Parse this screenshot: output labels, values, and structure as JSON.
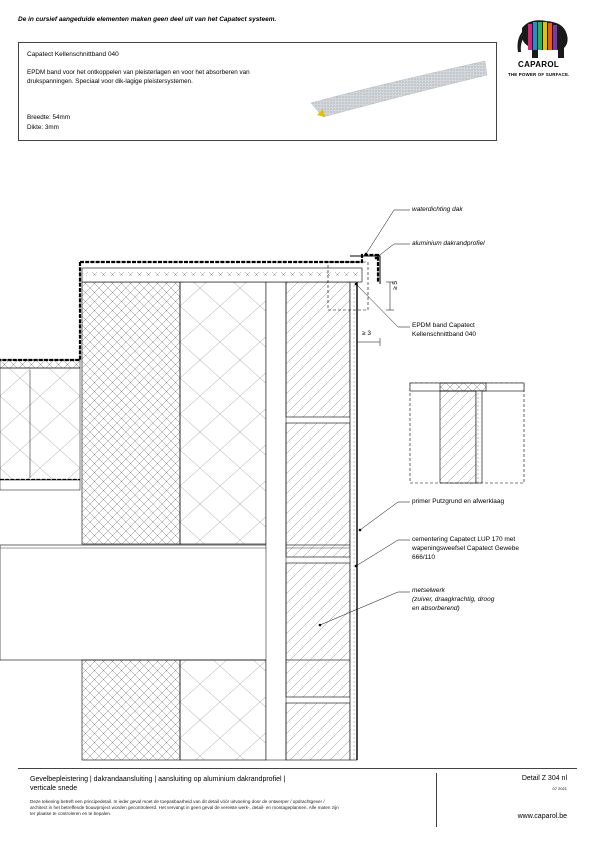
{
  "header": {
    "note": "De in cursief aangeduide elementen maken geen deel uit van het Capatect systeem."
  },
  "logo": {
    "brand": "CAPAROL",
    "tagline": "THE POWER OF SURFACE."
  },
  "product": {
    "title": "Capatect Kellenschnittband 040",
    "description": "EPDM band voor het ontkoppelen van pleisterlagen en voor het absorberen van drukspanningen. Speciaal voor dik-lagige pleistersystemen.",
    "width": "Breedte: 54mm",
    "thickness": "Dikte: 3mm"
  },
  "labels": {
    "waterproofing": "waterdichting dak",
    "roof_edge_profile": "aluminium dakrandprofiel",
    "epdm_band_line1": "EPDM band Capatect",
    "epdm_band_line2": "Kellenschnittband 040",
    "primer": "primer Putzgrund en afwerklaag",
    "cement_line1": "cementering Capatect LUP 170 met",
    "cement_line2": "wapeningsweefsel Capatect Gewebe",
    "cement_line3": "666/110",
    "masonry_line1": "metselwerk",
    "masonry_line2": "(zuiver, draagkrachtig, droog",
    "masonry_line3": "en absorberend)"
  },
  "dimensions": {
    "vertical": "≥ 5",
    "horizontal": "≥ 3"
  },
  "title_block": {
    "title_line1": "Gevelbepleistering | dakrandaansluiting | aansluiting op aluminium dakrandprofiel |",
    "title_line2": "verticale snede",
    "disclaimer_line1": "Deze tekening betreft een principedetail. In ieder geval moet de toepasbaarheid van dit detail vóór uitvoering door de ontwerper / opdrachtgever /",
    "disclaimer_line2": "architect in het betreffende bouwproject worden gecontroleerd. Het vervangt in geen geval de vereiste werk-, detail- en montageplannen. Alle maten zijn",
    "disclaimer_line3": "ter plaatse te controleren en te bepalen.",
    "detail_code": "Detail Z 304 nl",
    "date": "07 2021",
    "website": "www.caparol.be"
  },
  "colors": {
    "line": "#000000",
    "hatch": "#555555",
    "plaster": "#9a9a9a",
    "tape_band": "#c8c8c8",
    "logo_accent": "#e2c200"
  }
}
